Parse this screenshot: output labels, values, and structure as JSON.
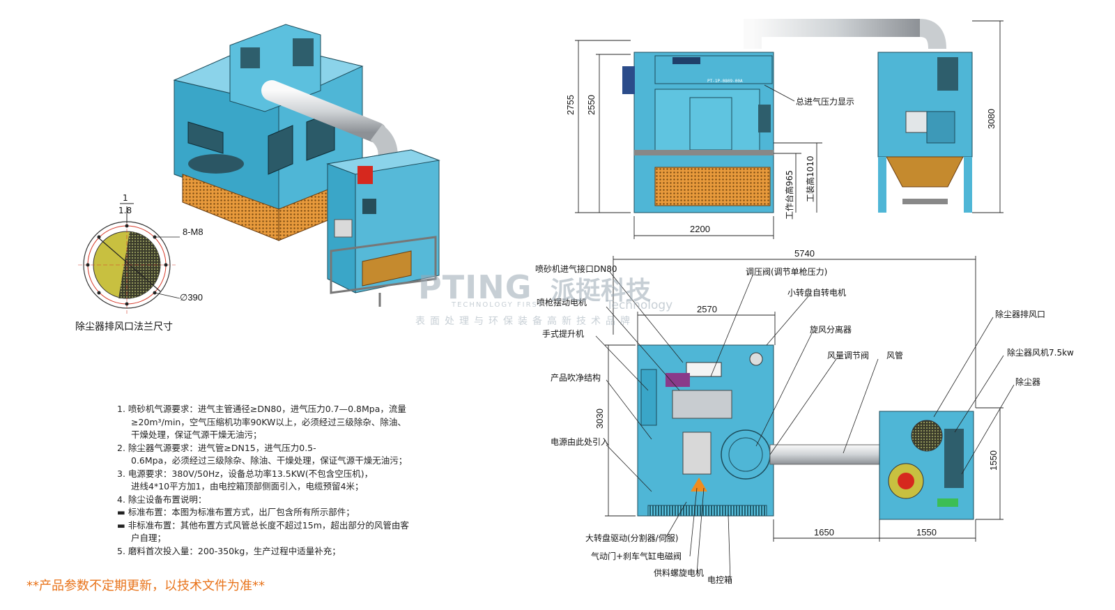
{
  "flange": {
    "title": "除尘器排风口法兰尺寸",
    "bolts_label": "8-M8",
    "diameter_label": "∅390",
    "slope_top": "1",
    "slope_bottom": "1.8"
  },
  "notes": [
    "1.  喷砂机气源要求：进气主管通径≥DN80，进气压力0.7—0.8Mpa，流量",
    "≥20m³/min，空气压缩机功率90KW以上，必须经过三级除杂、除油、",
    "干燥处理，保证气源干燥无油污；",
    "2.  除尘器气源要求：进气管≥DN15，进气压力0.5-",
    "0.6Mpa，必须经过三级除杂、除油、干燥处理，保证气源干燥无油污；",
    "3.  电源要求：380V/50Hz，设备总功率13.5KW(不包含空压机)，",
    "进线4*10平方加1，由电控箱顶部侧面引入，电缆预留4米；",
    "4.  除尘设备布置说明：",
    "标准布置：本图为标准布置方式，出厂包含所有所示部件；",
    "非标准布置：其他布置方式风管总长度不超过15m，超出部分的风管由客",
    "户自理；",
    "5.  磨料首次投入量：200-350kg，生产过程中适量补充；"
  ],
  "footer": "**产品参数不定期更新，以技术文件为准**",
  "watermark": {
    "brand": "PTING",
    "brand_cn": "派挺科技",
    "tagline": "TECHNOLOGY FIRST",
    "tech": "Technology",
    "slogan": "表面处理与环保装备高新技术品牌"
  },
  "front_view": {
    "dim_2755": "2755",
    "dim_2550": "2550",
    "dim_2200": "2200",
    "dim_3080": "3080",
    "work_height": "工作台高965",
    "load_height": "工装高1010",
    "pressure_label": "总进气压力显示",
    "panel_text": "PT-1P-0809-00A"
  },
  "top_view": {
    "dim_5740": "5740",
    "dim_2570": "2570",
    "dim_3030": "3030",
    "dim_1650": "1650",
    "dim_1550a": "1550",
    "dim_1550b": "1550",
    "labels_left": [
      "喷砂机进气接口DN80",
      "喷枪摆动电机",
      "手式提升机",
      "产品吹净结构",
      "电源由此处引入"
    ],
    "labels_top": [
      "调压阀(调节单枪压力)",
      "小转盘自转电机",
      "旋风分离器",
      "风量调节阀",
      "风管"
    ],
    "labels_right": [
      "除尘器排风口",
      "除尘器风机7.5kw",
      "除尘器"
    ],
    "labels_bottom": [
      "大转盘驱动(分割器/伺服)",
      "气动门+刹车气缸电磁阀",
      "供料螺旋电机",
      "电控箱"
    ]
  }
}
